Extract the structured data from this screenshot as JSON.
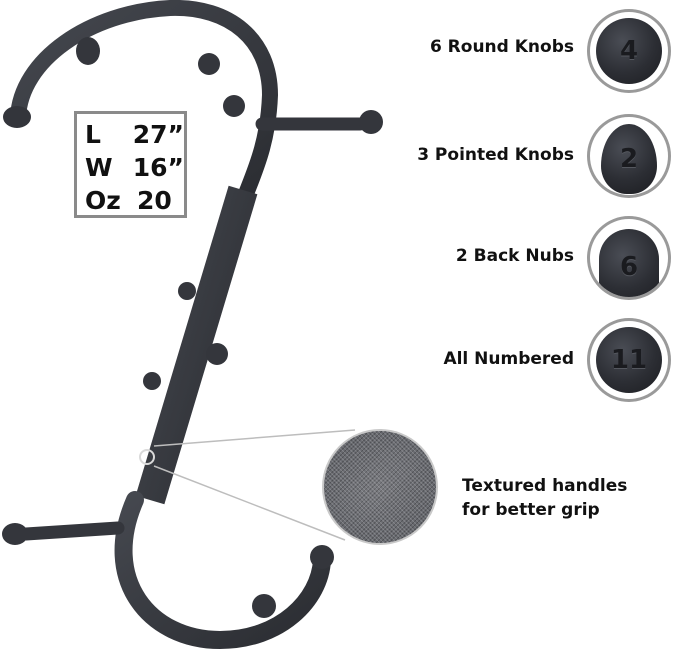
{
  "specs": {
    "rows": [
      {
        "key": "L",
        "value": "27”"
      },
      {
        "key": "W",
        "value": "16”"
      },
      {
        "key": "Oz",
        "value": "20"
      }
    ]
  },
  "features": [
    {
      "label": "6 Round Knobs",
      "knob_number": "4",
      "icon": "round-knob-icon"
    },
    {
      "label": "3 Pointed Knobs",
      "knob_number": "2",
      "icon": "pointed-knob-icon"
    },
    {
      "label": "2 Back Nubs",
      "knob_number": "6",
      "icon": "back-nub-icon"
    },
    {
      "label": "All Numbered",
      "knob_number": "11",
      "icon": "numbered-knob-icon"
    }
  ],
  "texture": {
    "caption_line1": "Textured handles",
    "caption_line2": "for better grip",
    "icon": "texture-closeup-icon"
  },
  "colors": {
    "product": "#2f3137",
    "frame_border": "#9a9a9a",
    "text": "#111111"
  }
}
